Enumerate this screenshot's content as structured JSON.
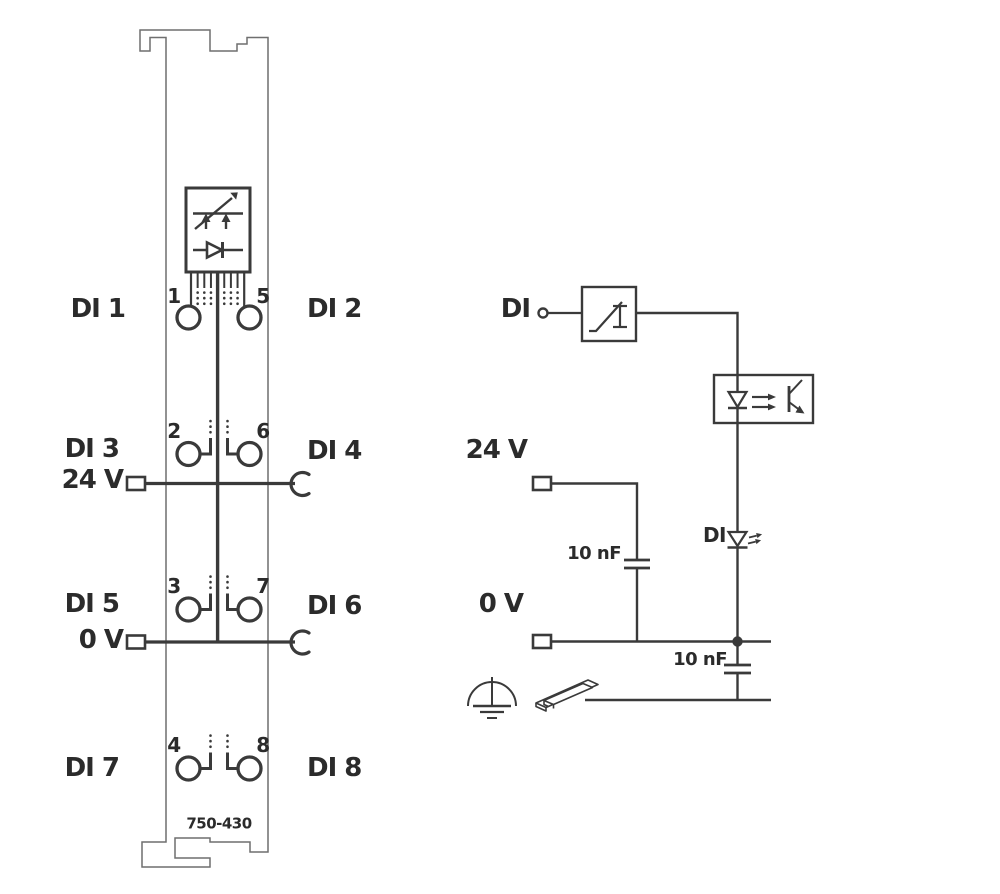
{
  "module": {
    "part_number": "750-430",
    "rows": [
      {
        "left_label": "DI 1",
        "right_label": "DI 2",
        "left_contact": "1",
        "right_contact": "5"
      },
      {
        "left_label": "DI 3",
        "right_label": "DI 4",
        "left_contact": "2",
        "right_contact": "6"
      },
      {
        "left_label": "DI 5",
        "right_label": "DI 6",
        "left_contact": "3",
        "right_contact": "7"
      },
      {
        "left_label": "DI 7",
        "right_label": "DI 8",
        "left_contact": "4",
        "right_contact": "8"
      }
    ],
    "supply_label": "24 V",
    "zero_label": "0 V"
  },
  "schematic": {
    "input_label": "DI",
    "led_label": "DI",
    "supply_label": "24 V",
    "zero_label": "0 V",
    "cap_top": "10 nF",
    "cap_bottom": "10 nF"
  },
  "icons": [
    "bus-coupling-block-icon",
    "diode-icon",
    "input-filter-icon",
    "optocoupler-icon",
    "led-icon",
    "capacitor-icon",
    "earth-ground-icon",
    "din-rail-icon",
    "power-plug-icon",
    "socket-hook-icon"
  ],
  "colors": {
    "background": "#ffffff",
    "line": "#3a3a3a",
    "module_outline": "#6f6f6f",
    "text": "#2b2b2b"
  }
}
